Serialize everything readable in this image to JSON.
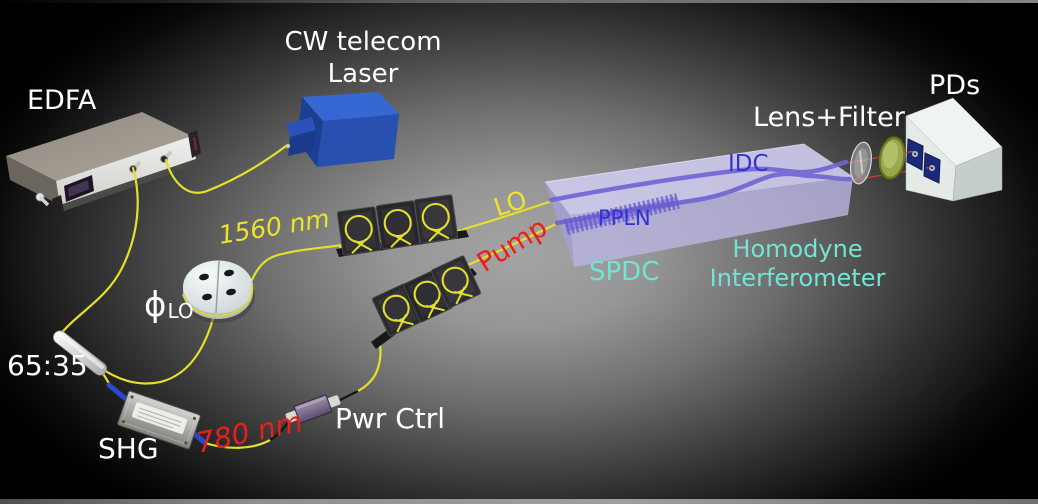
{
  "figure": {
    "type": "optical-experiment-schematic",
    "labels": {
      "edfa": "EDFA",
      "laser": [
        "CW telecom",
        "Laser"
      ],
      "wavelength_lo": "1560 nm",
      "wavelength_pump": "780 nm",
      "coupler_ratio": "65:35",
      "phase_shifter_symbol": "ϕ",
      "phase_shifter_subscript": "LO",
      "shg": "SHG",
      "power_control": "Pwr Ctrl",
      "lo_fiber": "LO",
      "pump_fiber": "Pump",
      "spdc": "SPDC",
      "ppln": "PPLN",
      "idc": "IDC",
      "homodyne": [
        "Homodyne",
        "Interferometer"
      ],
      "lens_filter": "Lens+Filter",
      "photodiodes": "PDs"
    },
    "colors": {
      "background_glow": "#9e9e9e",
      "background_edge": "#000000",
      "fiber_yellow": "#e4e02a",
      "label_white": "#ffffff",
      "label_yellow": "#ece42a",
      "label_red": "#e82018",
      "label_cyan": "#72e4d4",
      "label_blue": "#3530d4",
      "laser_body_blue": "#3060c8",
      "chip_lavender": "#cdc9ec",
      "waveguide_purple": "#7064d4",
      "beam_red": "#d04040"
    }
  }
}
